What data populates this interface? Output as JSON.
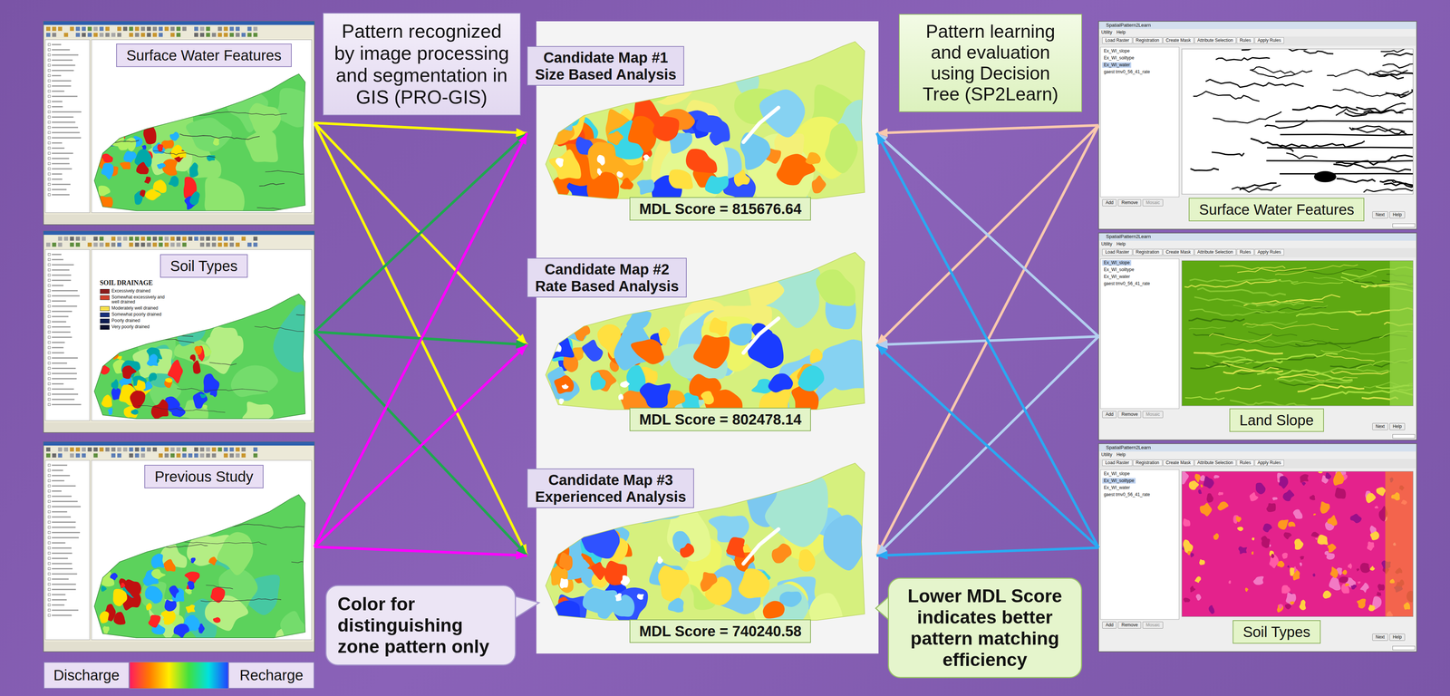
{
  "diagram": {
    "nodes": [
      {
        "text": [
          "Surface Water Features"
        ]
      },
      {
        "text": [
          "Soil Types"
        ]
      },
      {
        "text": [
          "Previous Study"
        ]
      },
      {
        "text": [
          "Pattern recognized by image processing and segmentation in GIS (PRO-GIS)"
        ]
      },
      {
        "text": [
          "Candidate Map #1 Size Based Analysis"
        ]
      },
      {
        "text": [
          "MDL Score = 815676.64"
        ],
        "in": 4
      },
      {
        "text": [
          "Candidate Map #2 Rate Based Analysis"
        ]
      },
      {
        "text": [
          "MDL Score = 802478.14"
        ],
        "in": 6
      },
      {
        "text": [
          "Candidate Map #3 Experienced Analysis"
        ]
      },
      {
        "text": [
          "MDL Score = 740240.58"
        ],
        "in": 8
      },
      {
        "text": [
          "Pattern learning and evaluation using Decision Tree (SP2Learn)"
        ]
      },
      {
        "text": [
          "Surface Water Features"
        ]
      },
      {
        "text": [
          "Land Slope"
        ]
      },
      {
        "text": [
          "Soil Types"
        ]
      },
      {
        "text": [
          "Color for distinguishing zone pattern only"
        ]
      },
      {
        "text": [
          "Lower MDL Score indicates better pattern matching efficiency"
        ]
      }
    ],
    "edges": [
      {
        "from": 0,
        "to": 4,
        "arrow": "to"
      },
      {
        "from": 0,
        "to": 6,
        "arrow": "to"
      },
      {
        "from": 0,
        "to": 8,
        "arrow": "to"
      },
      {
        "from": 1,
        "to": 4,
        "arrow": "to"
      },
      {
        "from": 1,
        "to": 6,
        "arrow": "to"
      },
      {
        "from": 1,
        "to": 8,
        "arrow": "to"
      },
      {
        "from": 2,
        "to": 4,
        "arrow": "to"
      },
      {
        "from": 2,
        "to": 6,
        "arrow": "to"
      },
      {
        "from": 2,
        "to": 8,
        "arrow": "to"
      },
      {
        "from": 11,
        "to": 4,
        "arrow": "to"
      },
      {
        "from": 11,
        "to": 6,
        "arrow": "to"
      },
      {
        "from": 11,
        "to": 8,
        "arrow": "to"
      },
      {
        "from": 12,
        "to": 4,
        "arrow": "to"
      },
      {
        "from": 12,
        "to": 6,
        "arrow": "to"
      },
      {
        "from": 12,
        "to": 8,
        "arrow": "to"
      },
      {
        "from": 13,
        "to": 4,
        "arrow": "to"
      },
      {
        "from": 13,
        "to": 6,
        "arrow": "to"
      },
      {
        "from": 13,
        "to": 8,
        "arrow": "to"
      }
    ],
    "labels": [
      "SpatialPattern2Learn",
      "Utility",
      "Help",
      "Load Raster",
      "Registration",
      "Create Mask",
      "Attribute Selection",
      "Rules",
      "Apply Rules",
      "Ex_WI_slope",
      "Ex_WI_soiltype",
      "Ex_WI_water",
      "gaest tmv0_56_41_rate",
      "Add",
      "Remove",
      "Mosaic",
      "Next",
      "Help",
      "SpatialPattern2Learn",
      "Utility",
      "Help",
      "Load Raster",
      "Registration",
      "Create Mask",
      "Attribute Selection",
      "Rules",
      "Apply Rules",
      "Ex_WI_slope",
      "Ex_WI_soiltype",
      "Ex_WI_water",
      "gaest tmv0_56_41_rate",
      "Add",
      "Remove",
      "Mosaic",
      "Next",
      "Help",
      "SpatialPattern2Learn",
      "Utility",
      "Help",
      "Load Raster",
      "Registration",
      "Create Mask",
      "Attribute Selection",
      "Rules",
      "Apply Rules",
      "Ex_WI_slope",
      "Ex_WI_soiltype",
      "Ex_WI_water",
      "gaest tmv0_56_41_rate",
      "Add",
      "Remove",
      "Mosaic",
      "Next",
      "Help",
      "SOIL DRAINAGE",
      "Discharge",
      "Recharge"
    ],
    "legend": [
      {
        "text": "Excessively drained",
        "color": "#8b1c1c"
      },
      {
        "text": "Somewhat excessively and well drained",
        "color": "#d0402c"
      },
      {
        "text": "Moderately well drained",
        "color": "#f6e04a"
      },
      {
        "text": "Somewhat poorly drained",
        "color": "#18307a"
      },
      {
        "text": "Poorly drained",
        "color": "#0e1c52"
      },
      {
        "text": "Very poorly drained",
        "color": "#0a0f2e"
      }
    ]
  }
}
